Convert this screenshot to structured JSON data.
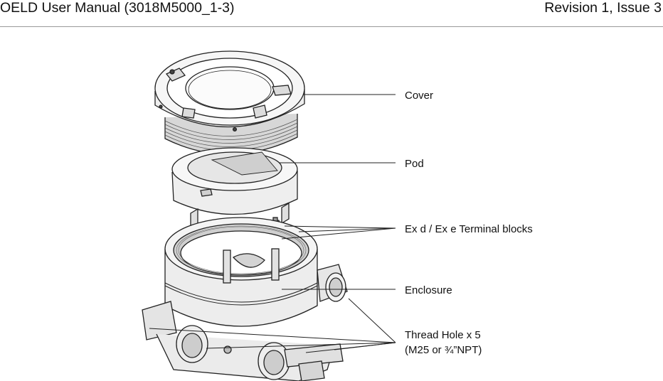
{
  "header": {
    "left": "OELD User Manual (3018M5000_1-3)",
    "right": "Revision 1, Issue 3"
  },
  "figure": {
    "labels": {
      "cover": "Cover",
      "pod": "Pod",
      "terminal": "Ex d / Ex e Terminal blocks",
      "enclosure": "Enclosure",
      "thread_line1": "Thread Hole x 5",
      "thread_line2": "(M25 or ¾”NPT)"
    }
  }
}
